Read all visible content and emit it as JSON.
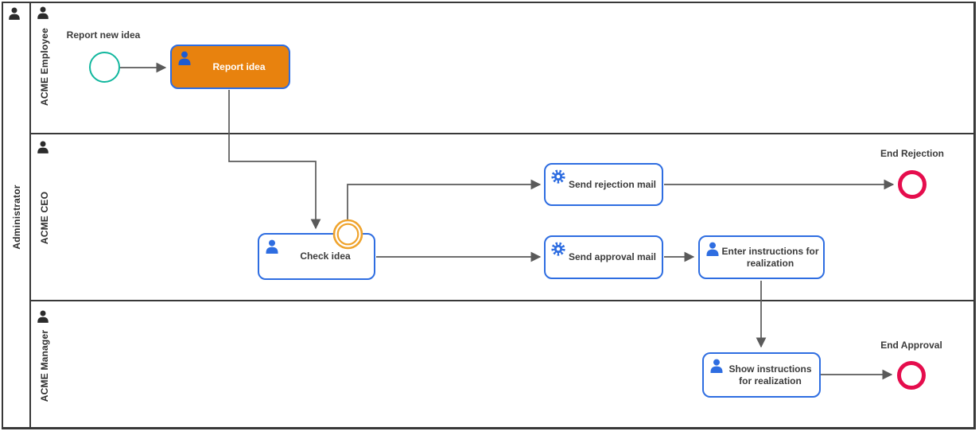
{
  "diagram_type": "BPMN process diagram",
  "pool": {
    "label": "Administrator"
  },
  "lanes": [
    {
      "label": "ACME Employee"
    },
    {
      "label": "ACME CEO"
    },
    {
      "label": "ACME Manager"
    }
  ],
  "nodes": {
    "start_event": {
      "label": "Report new idea",
      "kind": "start-event"
    },
    "report_idea": {
      "label": "Report idea",
      "kind": "user-task",
      "highlighted": true
    },
    "check_idea": {
      "label": "Check idea",
      "kind": "user-task"
    },
    "boundary_event": {
      "kind": "boundary-event",
      "attached_to": "check_idea"
    },
    "send_rejection_mail": {
      "label": "Send rejection mail",
      "kind": "service-task"
    },
    "send_approval_mail": {
      "label": "Send approval mail",
      "kind": "service-task"
    },
    "enter_instructions": {
      "label": "Enter instructions for realization",
      "kind": "user-task"
    },
    "show_instructions": {
      "label": "Show instructions for realization",
      "kind": "user-task"
    },
    "end_rejection": {
      "label": "End Rejection",
      "kind": "end-event"
    },
    "end_approval": {
      "label": "End Approval",
      "kind": "end-event"
    }
  },
  "flows": [
    {
      "from": "start_event",
      "to": "report_idea"
    },
    {
      "from": "report_idea",
      "to": "check_idea"
    },
    {
      "from": "boundary_event",
      "to": "send_rejection_mail"
    },
    {
      "from": "check_idea",
      "to": "send_approval_mail"
    },
    {
      "from": "send_rejection_mail",
      "to": "end_rejection"
    },
    {
      "from": "send_approval_mail",
      "to": "enter_instructions"
    },
    {
      "from": "enter_instructions",
      "to": "show_instructions"
    },
    {
      "from": "show_instructions",
      "to": "end_approval"
    }
  ],
  "colors": {
    "task_border_blue": "#2e6de1",
    "task_fill_orange": "#e8820e",
    "icon_blue": "#2e6de1",
    "start_event_teal": "#12b79e",
    "end_event_red": "#e50d4d",
    "boundary_event_amber": "#efa32c",
    "flow_line_gray": "#5a5a5a",
    "frame_dark": "#383838"
  }
}
